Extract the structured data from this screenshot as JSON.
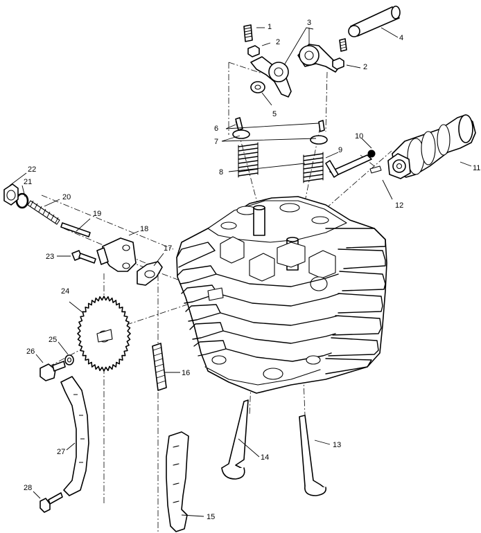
{
  "callouts": [
    "1",
    "2",
    "3",
    "4",
    "2",
    "5",
    "6",
    "7",
    "8",
    "9",
    "10",
    "11",
    "12",
    "13",
    "14",
    "15",
    "16",
    "17",
    "18",
    "19",
    "20",
    "21",
    "22",
    "23",
    "24",
    "25",
    "26",
    "27",
    "28"
  ]
}
